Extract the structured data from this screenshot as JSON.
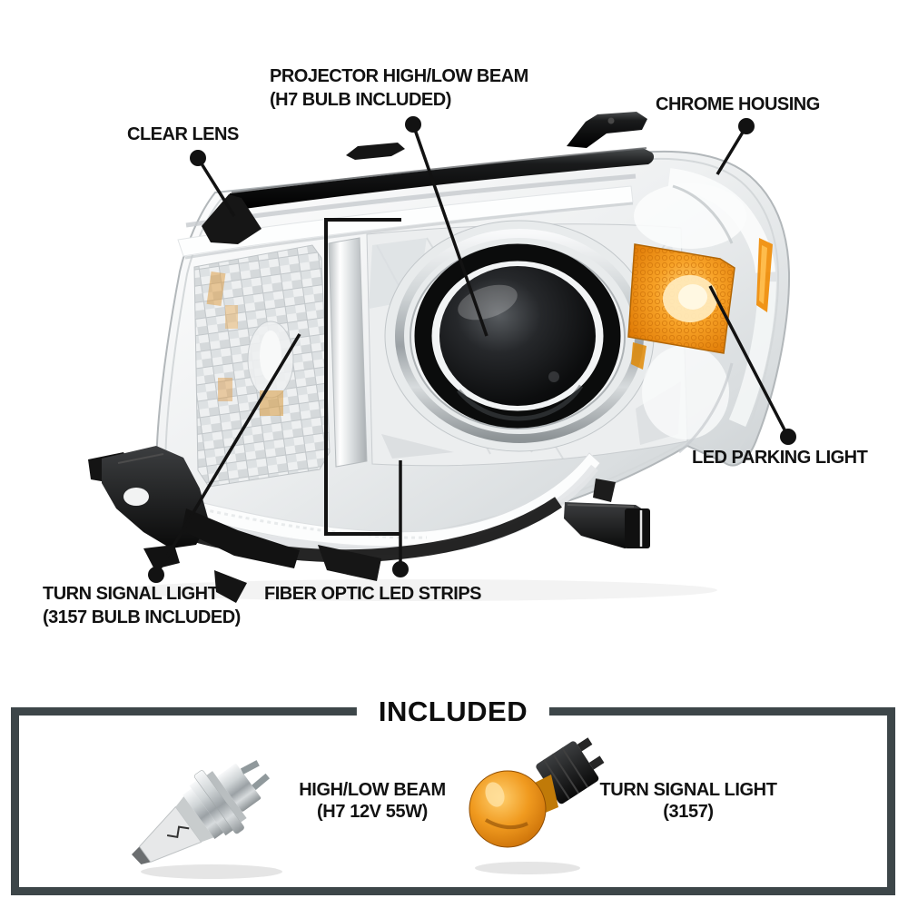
{
  "page": {
    "background": "#ffffff",
    "description": "Annotated headlight product diagram"
  },
  "labels": {
    "projector": {
      "line1": "PROJECTOR HIGH/LOW BEAM",
      "line2": "(H7 BULB INCLUDED)"
    },
    "chrome_housing": {
      "line1": "CHROME HOUSING"
    },
    "clear_lens": {
      "line1": "CLEAR LENS"
    },
    "led_parking": {
      "line1": "LED PARKING LIGHT"
    },
    "turn_signal": {
      "line1": "TURN SIGNAL LIGHT",
      "line2": "(3157 BULB INCLUDED)"
    },
    "fiber_optic": {
      "line1": "FIBER OPTIC LED STRIPS"
    }
  },
  "included_box": {
    "title": "INCLUDED",
    "border_color": "#3d4649",
    "items": [
      {
        "id": "h7-bulb",
        "line1": "HIGH/LOW BEAM",
        "line2": "(H7 12V 55W)"
      },
      {
        "id": "turn-signal-bulb",
        "line1": "TURN SIGNAL LIGHT",
        "line2": "(3157)"
      }
    ]
  },
  "colors": {
    "callout_line": "#121212",
    "label_text": "#121212",
    "included_border": "#3d4649",
    "amber_reflector": "#f09a1f",
    "amber_glow": "#ffe3a0",
    "amber_bulb": "#e8930f",
    "chrome_light": "#f4f6f7",
    "chrome_mid": "#d9dde0",
    "chrome_dark": "#b7bcbf",
    "black_part": "#161616",
    "background": "#ffffff"
  }
}
